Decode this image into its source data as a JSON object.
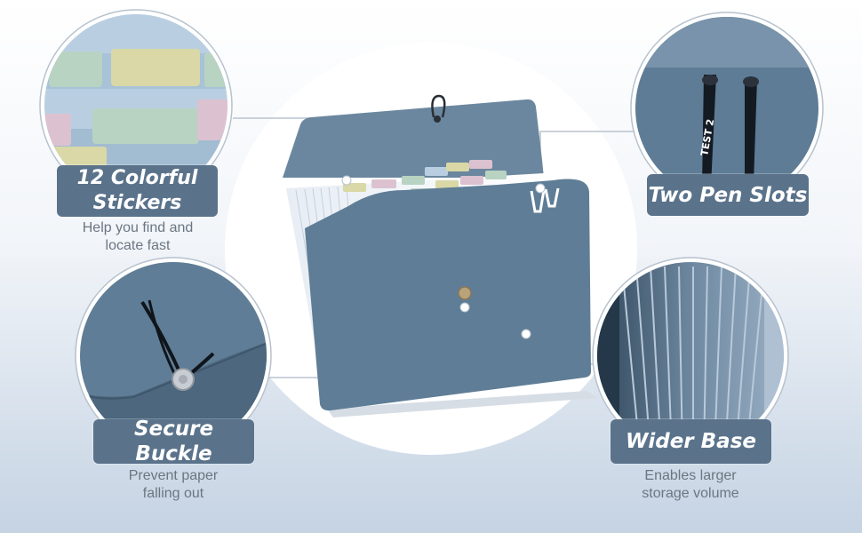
{
  "features": [
    {
      "id": "stickers",
      "title_lines": [
        "12 Colorful",
        "Stickers"
      ],
      "desc_lines": [
        "Help you find and",
        "locate fast"
      ]
    },
    {
      "id": "pens",
      "title_lines": [
        "Two Pen Slots"
      ],
      "desc_lines": []
    },
    {
      "id": "buckle",
      "title_lines": [
        "Secure Buckle"
      ],
      "desc_lines": [
        "Prevent paper",
        "falling out"
      ]
    },
    {
      "id": "base",
      "title_lines": [
        "Wider Base"
      ],
      "desc_lines": [
        "Enables larger",
        "storage volume"
      ]
    }
  ],
  "pen_imprint": "TEST 2",
  "colors": {
    "label_bg": "#5a738b",
    "folder_blue": "#5f7d96",
    "folder_dark": "#4c677e",
    "desc_text": "#6c7682",
    "sticker_yellow": "#d9d8a6",
    "sticker_green": "#b8d3c2",
    "sticker_pink": "#dcc2d1",
    "sticker_blue": "#b9cfe1"
  }
}
